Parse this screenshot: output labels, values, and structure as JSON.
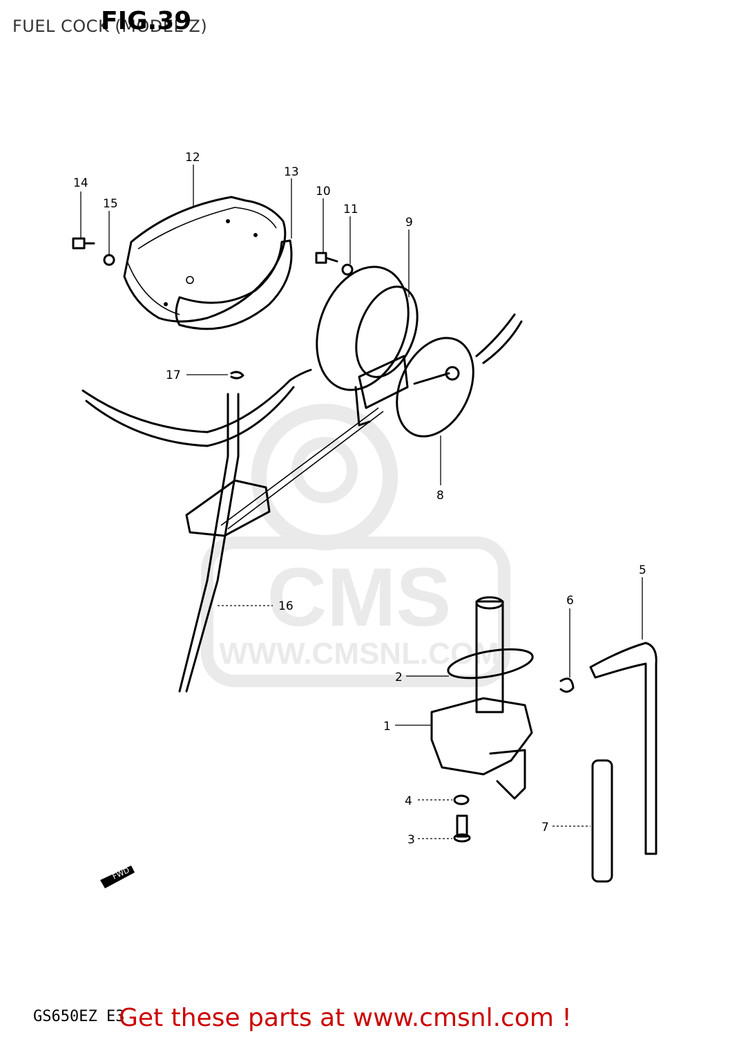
{
  "page_title": "FUEL COCK (MODEL Z)",
  "figure_label": "FIG.39",
  "model_code": "GS650EZ E3",
  "footer": "Get these parts at www.cmsnl.com !",
  "watermark": {
    "brand": "CMS",
    "url": "WWW.CMSNL.COM"
  },
  "direction_marker": "FWD",
  "callouts": {
    "p1": "1",
    "p2": "2",
    "p3": "3",
    "p4": "4",
    "p5": "5",
    "p6": "6",
    "p7": "7",
    "p8": "8",
    "p9": "9",
    "p10": "10",
    "p11": "11",
    "p12": "12",
    "p13": "13",
    "p14": "14",
    "p15": "15",
    "p16": "16",
    "p17": "17"
  },
  "colors": {
    "footer": "#cc0000",
    "watermark": "#d9d9d9",
    "line": "#000000"
  }
}
